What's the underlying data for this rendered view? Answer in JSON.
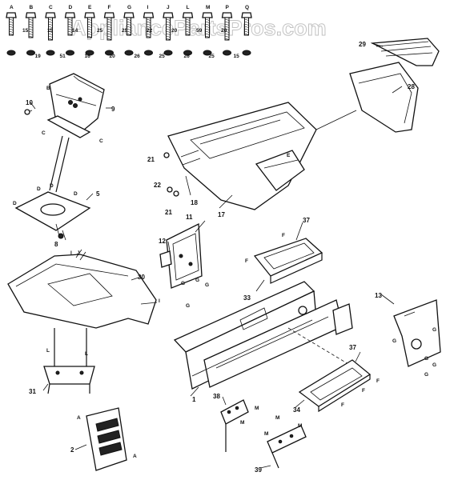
{
  "watermark": "AppliancePartsPros.com",
  "hardware_letters": [
    "A",
    "B",
    "C",
    "D",
    "E",
    "F",
    "G",
    "I",
    "J",
    "L",
    "M",
    "P",
    "Q"
  ],
  "hardware_numbers": [
    "15",
    "19",
    "15",
    "51",
    "14",
    "16",
    "25",
    "20",
    "25",
    "26",
    "22",
    "25",
    "20",
    "26",
    "59",
    "25",
    "20",
    "15"
  ],
  "callouts": {
    "n2": "2",
    "n5": "5",
    "n8": "8",
    "n9": "9",
    "n10": "10",
    "n11": "11",
    "n12": "12",
    "n13": "13",
    "n17": "17",
    "n18": "18",
    "n21a": "21",
    "n21b": "21",
    "n22": "22",
    "n28": "28",
    "n29": "29",
    "n30": "30",
    "n31": "31",
    "n33": "33",
    "n34": "34",
    "n37a": "37",
    "n37b": "37",
    "n38": "38",
    "n39": "39",
    "n1": "1"
  },
  "letter_tags": {
    "B": "B",
    "C": "C",
    "D": "D",
    "E": "E",
    "F": "F",
    "G": "G",
    "I": "I",
    "J": "J",
    "L": "L",
    "M": "M",
    "A": "A"
  }
}
